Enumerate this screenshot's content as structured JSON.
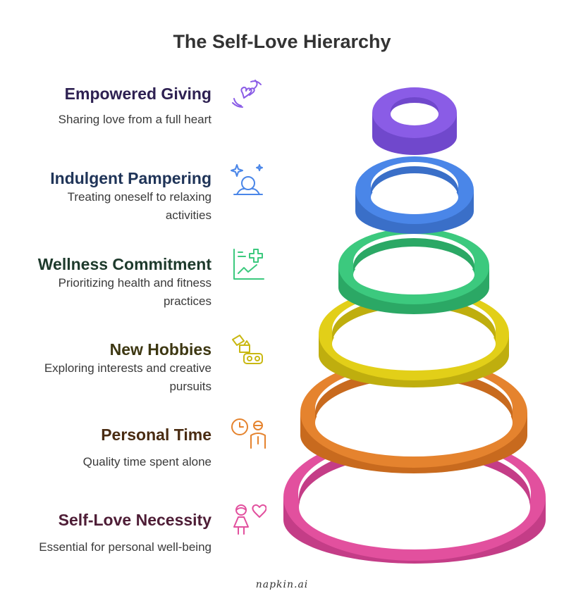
{
  "title": "The Self-Love Hierarchy",
  "levels": [
    {
      "title": "Empowered Giving",
      "description": "Sharing love from a full heart",
      "color": "#8A5CE6",
      "text_color": "#2E2152",
      "icon": "hands-heart-icon"
    },
    {
      "title": "Indulgent Pampering",
      "description": "Treating oneself to relaxing activities",
      "color": "#4A86E8",
      "text_color": "#1F3458",
      "icon": "meditation-sparkle-icon"
    },
    {
      "title": "Wellness Commitment",
      "description": "Prioritizing health and fitness practices",
      "color": "#3CC97E",
      "text_color": "#1E3A2C",
      "icon": "health-chart-icon"
    },
    {
      "title": "New Hobbies",
      "description": "Exploring interests and creative pursuits",
      "color": "#E2CF18",
      "text_color": "#3D3712",
      "icon": "gift-vr-icon"
    },
    {
      "title": "Personal Time",
      "description": "Quality time spent alone",
      "color": "#E5832E",
      "text_color": "#4A2C12",
      "icon": "clock-person-icon"
    },
    {
      "title": "Self-Love Necessity",
      "description": "Essential for personal well-being",
      "color": "#E2509E",
      "text_color": "#4E1D36",
      "icon": "person-heart-icon"
    }
  ],
  "footer": "napkin.ai"
}
